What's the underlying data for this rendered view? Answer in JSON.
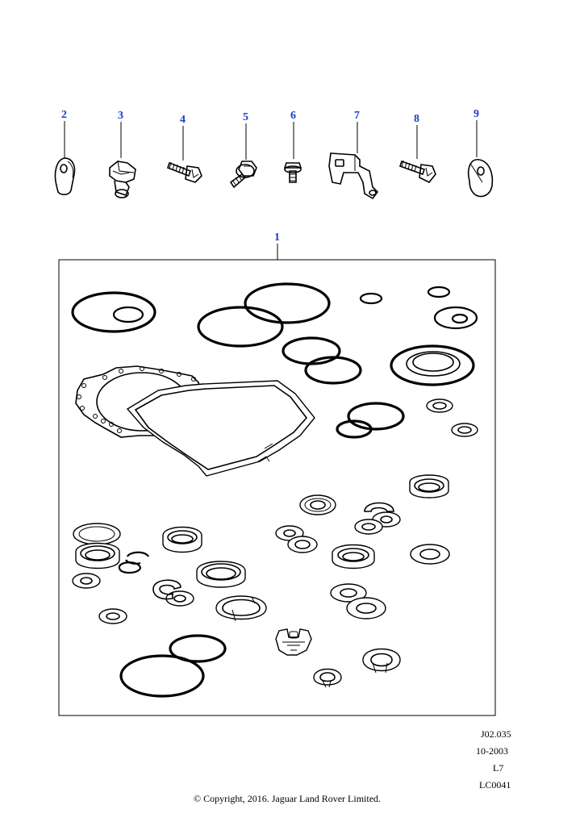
{
  "callouts": [
    "1",
    "2",
    "3",
    "4",
    "5",
    "6",
    "7",
    "8",
    "9"
  ],
  "reference": {
    "drawing_code": "J02.035",
    "date": "10-2003",
    "section": "L7",
    "sheet": "LC0041"
  },
  "copyright": "© Copyright, 2016. Jaguar Land Rover Limited.",
  "colors": {
    "callout_text": "#1a3fc7",
    "line": "#000000",
    "background": "#ffffff"
  }
}
